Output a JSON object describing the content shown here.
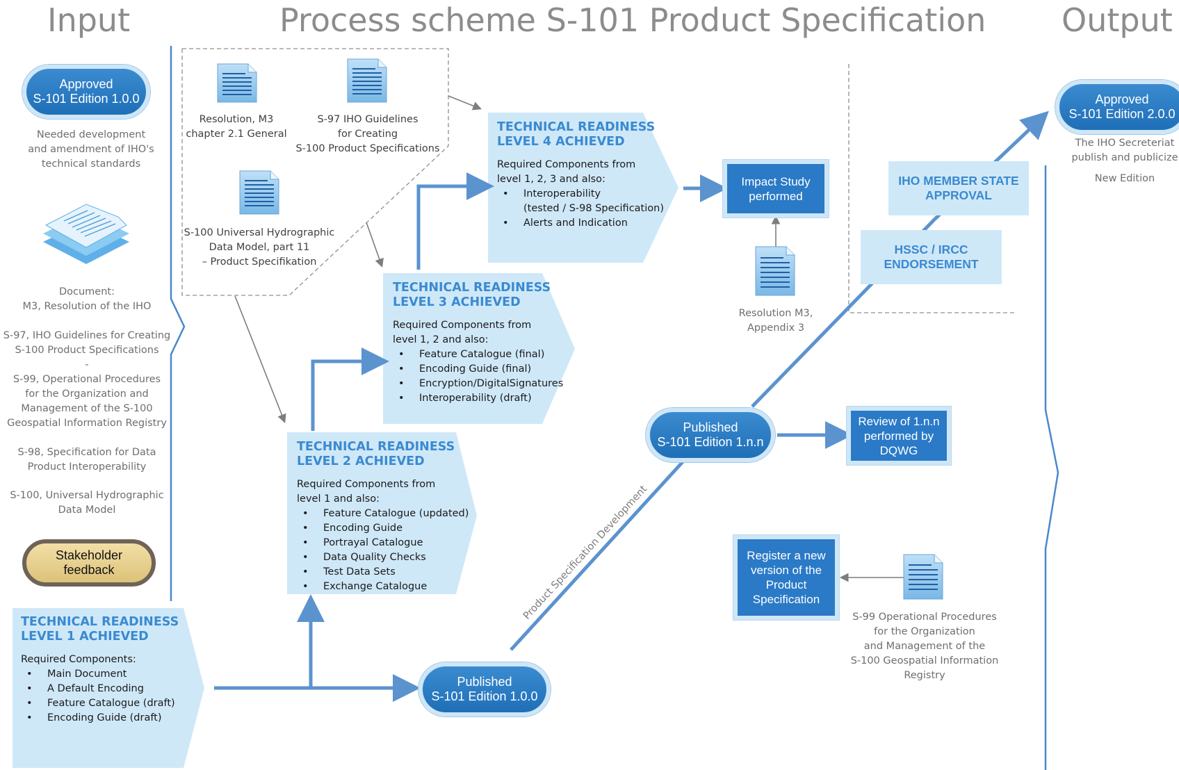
{
  "headers": {
    "input": "Input",
    "title": "Process scheme S-101 Product Specification",
    "output": "Output"
  },
  "input_column": {
    "approved_pill": [
      "Approved",
      "S-101 Edition 1.0.0"
    ],
    "needed_dev": [
      "Needed development",
      "and amendment of IHO's",
      "technical standards"
    ],
    "doc_label": [
      "Document:",
      "M3, Resolution of the IHO"
    ],
    "s97": [
      "S-97, IHO Guidelines for Creating",
      "S-100 Product Specifications"
    ],
    "dash": "-",
    "s99": [
      "S-99, Operational Procedures",
      "for the Organization and",
      "Management of the S-100",
      "Geospatial Information Registry"
    ],
    "s98": [
      "S-98, Specification for Data",
      "Product Interoperability"
    ],
    "s100": [
      "S-100, Universal Hydrographic",
      "Data Model"
    ],
    "stakeholder_pill": [
      "Stakeholder",
      "feedback"
    ]
  },
  "documents": {
    "resolution_m3": [
      "Resolution, M3",
      "chapter 2.1 General"
    ],
    "s97_guidelines": [
      "S-97 IHO Guidelines",
      "for Creating",
      "S-100 Product Specifications"
    ],
    "s100_model": [
      "S-100 Universal Hydrographic",
      "Data Model, part 11",
      "– Product Specifikation"
    ],
    "resolution_m3_app": [
      "Resolution M3,",
      "Appendix 3"
    ],
    "s99_procedures": [
      "S-99 Operational Procedures",
      "for the Organization",
      "and Management of the",
      "S-100 Geospatial Information",
      "Registry"
    ]
  },
  "trl": {
    "level1": {
      "title": [
        "TECHNICAL READINESS",
        "LEVEL 1 ACHIEVED"
      ],
      "required": "Required Components:",
      "items": [
        "Main Document",
        "A Default Encoding",
        "Feature Catalogue (draft)",
        "Encoding Guide (draft)"
      ]
    },
    "level2": {
      "title": [
        "TECHNICAL READINESS",
        "LEVEL 2 ACHIEVED"
      ],
      "required": [
        "Required Components from",
        "level 1 and also:"
      ],
      "items": [
        "Feature Catalogue (updated)",
        "Encoding Guide",
        "Portrayal  Catalogue",
        "Data Quality Checks",
        "Test Data Sets",
        "Exchange Catalogue"
      ]
    },
    "level3": {
      "title": [
        "TECHNICAL READINESS",
        "LEVEL 3 ACHIEVED"
      ],
      "required": [
        "Required Components from",
        "level 1, 2 and also:"
      ],
      "items": [
        "Feature Catalogue (final)",
        "Encoding Guide (final)",
        "Encryption/DigitalSignatures",
        "Interoperability (draft)"
      ]
    },
    "level4": {
      "title": [
        "TECHNICAL READINESS",
        "LEVEL 4 ACHIEVED"
      ],
      "required": [
        "Required Components from",
        "level 1, 2, 3 and also:"
      ],
      "items": [
        [
          "Interoperability",
          "(tested / S-98 Specification)"
        ],
        [
          "Alerts and Indication"
        ]
      ]
    }
  },
  "process": {
    "published_100": [
      "Published",
      "S-101 Edition 1.0.0"
    ],
    "published_1nn": [
      "Published",
      "S-101 Edition 1.n.n"
    ],
    "impact_study": [
      "Impact Study",
      "performed"
    ],
    "review": [
      "Review of 1.n.n",
      "performed by",
      "DQWG"
    ],
    "register": [
      "Register a new",
      "version of the",
      "Product",
      "Specification"
    ],
    "hssc": [
      "HSSC / IRCC",
      "ENDORSEMENT"
    ],
    "member_state": [
      "IHO MEMBER STATE",
      "APPROVAL"
    ],
    "diagonal_label": "Product Specification Development"
  },
  "output_column": {
    "approved_pill": [
      "Approved",
      "S-101 Edition 2.0.0"
    ],
    "secretariat": [
      "The IHO Secreteriat",
      "publish and publicize"
    ],
    "new_edition": "New Edition"
  },
  "colors": {
    "accent_blue": "#2a7ac7",
    "light_blue": "#cfe8f8",
    "title_blue": "#3a8ad0",
    "header_gray": "#8c8c8c",
    "stakeholder_tan": "#e6cf8c"
  }
}
